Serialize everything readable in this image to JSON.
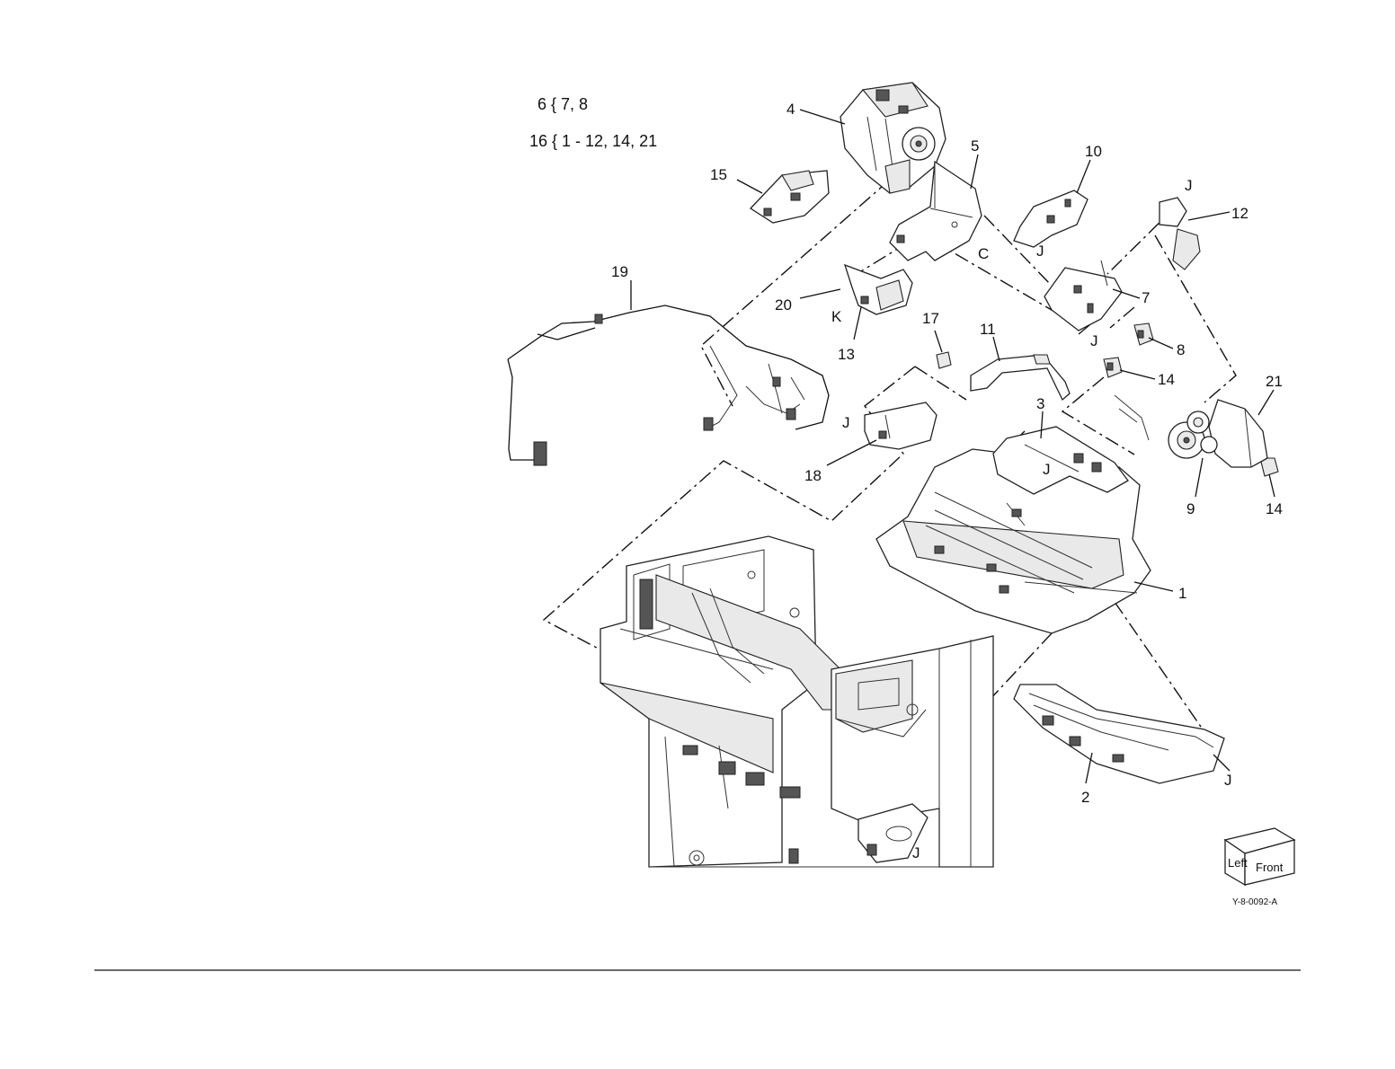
{
  "legend": {
    "line1": "6 { 7, 8",
    "line2": "16 { 1 - 12, 14, 21"
  },
  "callouts": {
    "c1": "1",
    "c2": "2",
    "c3": "3",
    "c4": "4",
    "c5": "5",
    "c7": "7",
    "c8": "8",
    "c9": "9",
    "c10": "10",
    "c11": "11",
    "c12": "12",
    "c13": "13",
    "c14a": "14",
    "c14b": "14",
    "c15": "15",
    "c17": "17",
    "c18": "18",
    "c19": "19",
    "c20": "20",
    "c21": "21"
  },
  "letters": {
    "c": "C",
    "k": "K",
    "j1": "J",
    "j2": "J",
    "j3": "J",
    "j4": "J",
    "j5": "J",
    "j6": "J",
    "j7": "J"
  },
  "orientation": {
    "left": "Left",
    "front": "Front"
  },
  "figure_ref": "Y-8-0092-A"
}
